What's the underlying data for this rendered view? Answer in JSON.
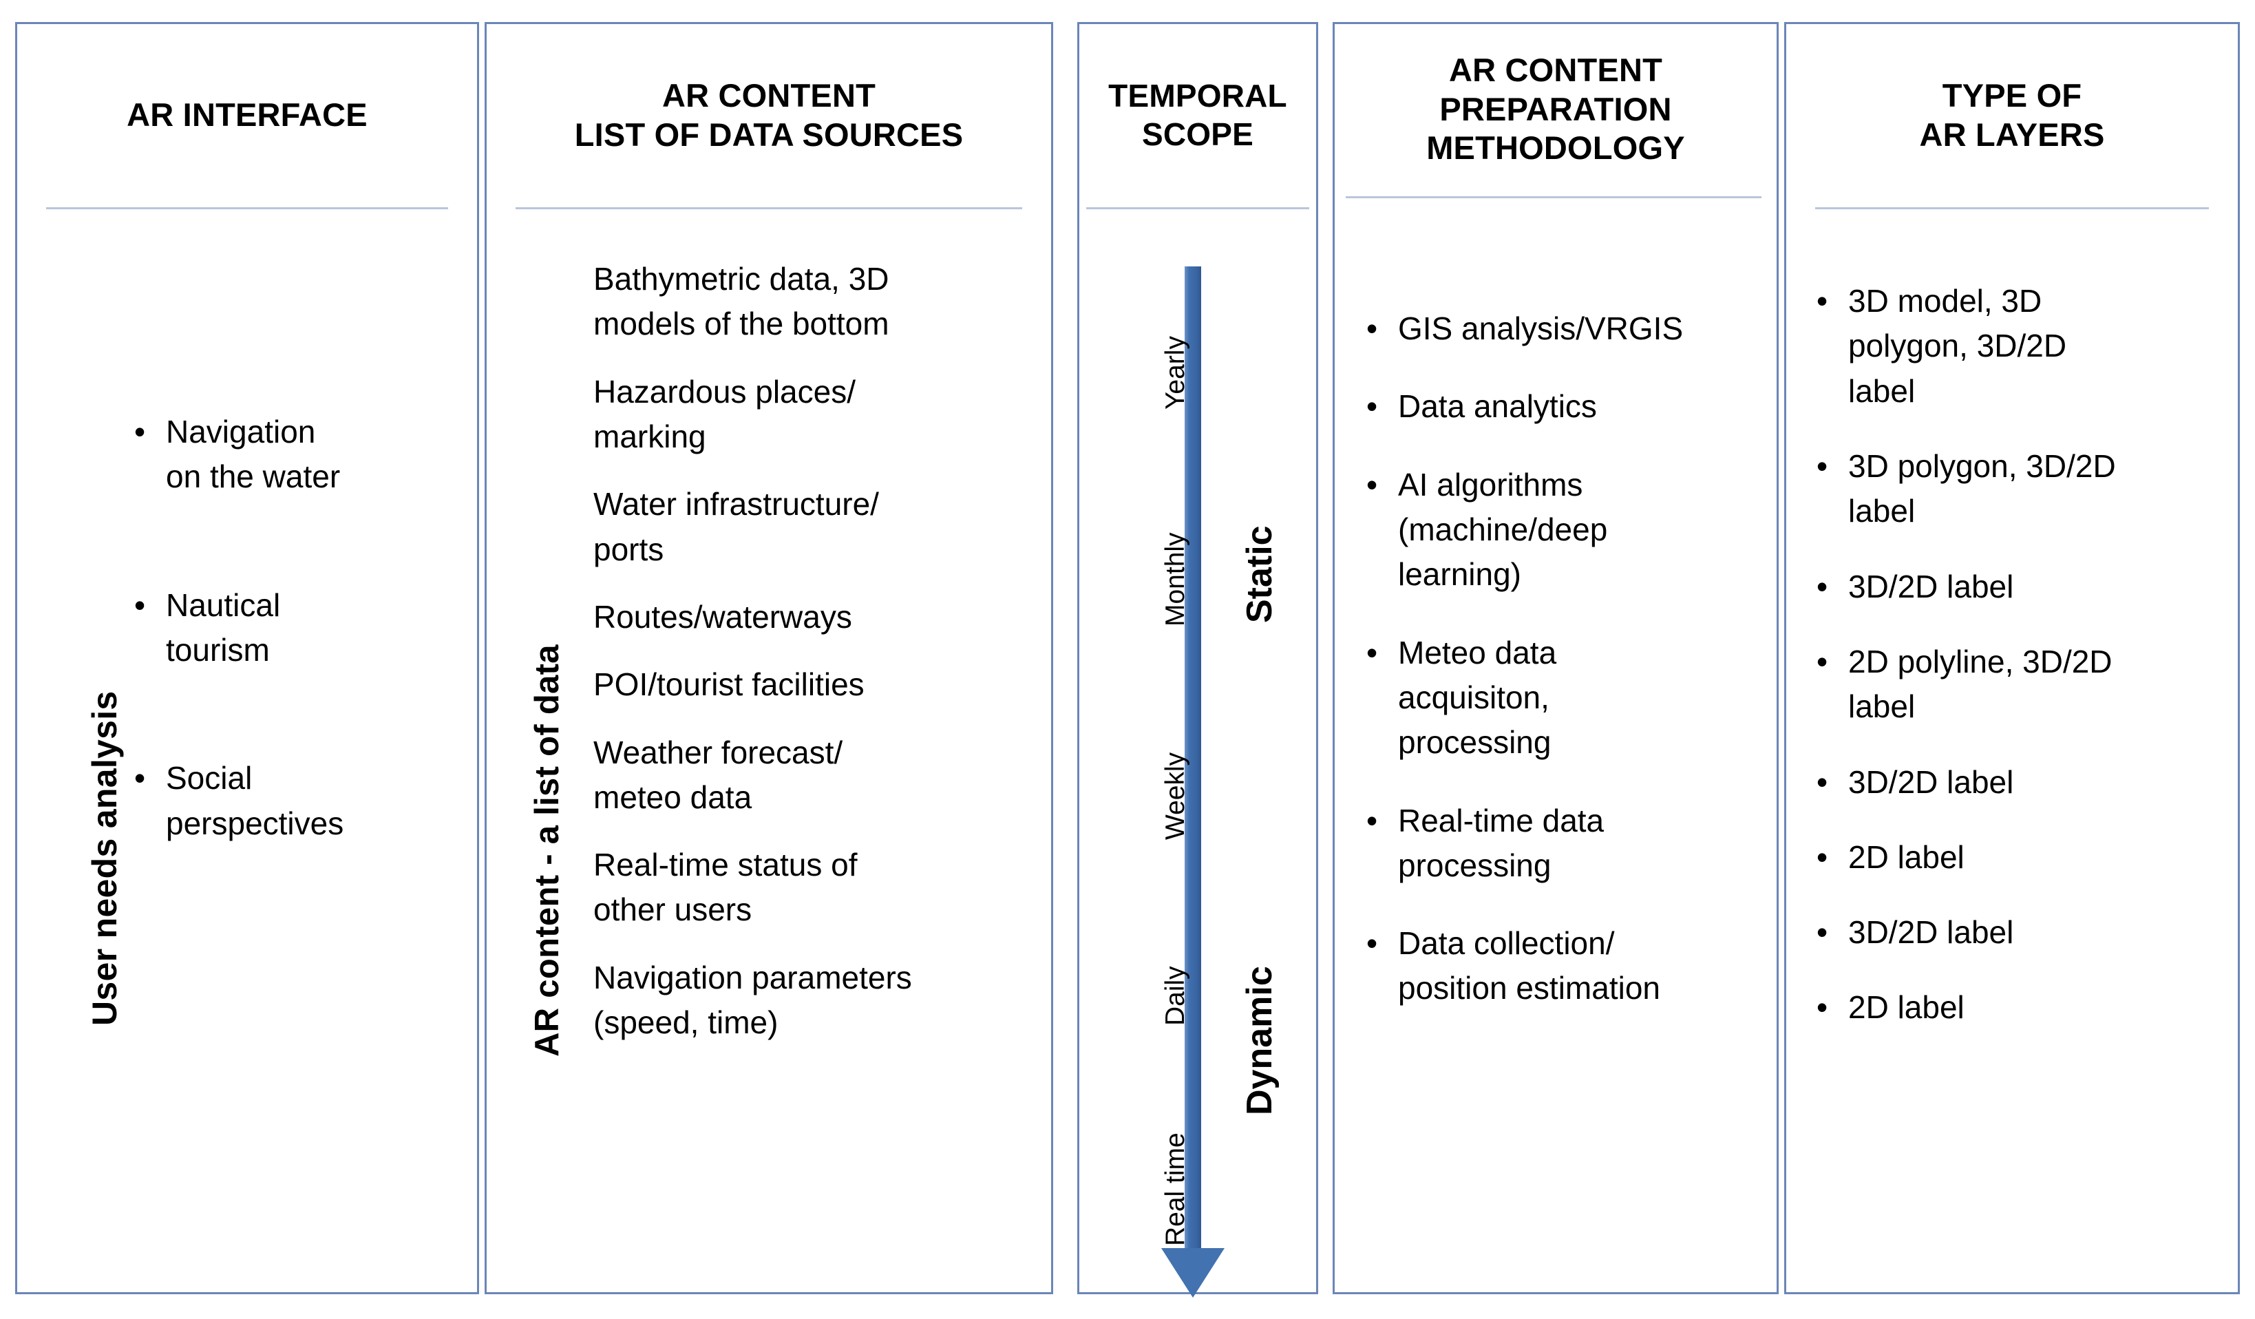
{
  "columns": {
    "ar_interface": {
      "header": "AR INTERFACE",
      "side_label": "User needs analysis",
      "bullet_glyph": "•",
      "items": [
        "Navigation\non the water",
        "Nautical\ntourism",
        "Social\nperspectives"
      ]
    },
    "data_sources": {
      "header": "AR CONTENT\nLIST OF DATA SOURCES",
      "side_label": "AR content - a list of data",
      "items": [
        "Bathymetric data, 3D\nmodels of the bottom",
        "Hazardous places/\nmarking",
        "Water infrastructure/\nports",
        "Routes/waterways",
        "POI/tourist facilities",
        "Weather forecast/\nmeteo data",
        "Real-time status of\nother users",
        "Navigation parameters\n(speed, time)"
      ]
    },
    "temporal_scope": {
      "header": "TEMPORAL\nSCOPE",
      "arrow": {
        "direction": "down",
        "color": "#4272b0"
      },
      "ticks": [
        "Yearly",
        "Monthly",
        "Weekly",
        "Daily",
        "Real time"
      ],
      "phases": [
        "Static",
        "Dynamic"
      ]
    },
    "methodology": {
      "header": "AR CONTENT\nPREPARATION\nMETHODOLOGY",
      "bullet_glyph": "•",
      "items": [
        "GIS analysis/VRGIS",
        "Data analytics",
        "AI algorithms\n(machine/deep\nlearning)",
        "Meteo data\nacquisiton,\nprocessing",
        "Real-time data\nprocessing",
        "Data collection/\nposition estimation"
      ]
    },
    "ar_layers": {
      "header": "TYPE OF\nAR LAYERS",
      "bullet_glyph": "•",
      "items": [
        "3D model, 3D\npolygon, 3D/2D\nlabel",
        "3D polygon, 3D/2D\nlabel",
        "3D/2D label",
        "2D polyline, 3D/2D\nlabel",
        "3D/2D label",
        "2D label",
        "3D/2D label",
        "2D label"
      ]
    }
  },
  "theme": {
    "panel_border": "#6b86b8",
    "divider": "#b9c6dc",
    "arrow": "#4272b0",
    "text": "#000000",
    "background": "#ffffff"
  }
}
